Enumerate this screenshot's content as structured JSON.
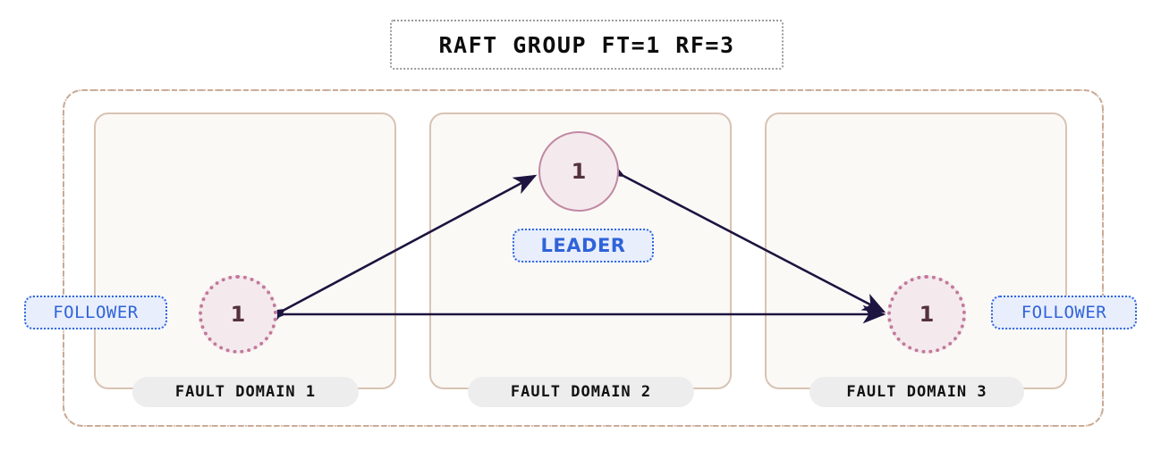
{
  "diagram": {
    "title": "RAFT GROUP FT=1 RF=3",
    "colors": {
      "edge": "#1d1440",
      "node_fill": "#f4eaee",
      "leader_border": "#c189a3",
      "follower_border": "#c27a99",
      "node_label": "#55313f",
      "badge_text": "#2f63d8",
      "badge_fill": "#e8eefc",
      "badge_border": "#2f67dd",
      "fault_domain_fill": "#fbf9f6",
      "fault_domain_border": "#d8c3b3",
      "group_border": "#c9ab96",
      "pill_fill": "#ededed",
      "title_border": "#9a9a9a",
      "background": "#ffffff"
    },
    "fault_domains": [
      {
        "label": "FAULT DOMAIN 1"
      },
      {
        "label": "FAULT DOMAIN 2"
      },
      {
        "label": "FAULT DOMAIN 3"
      }
    ],
    "nodes": [
      {
        "id": "follower-1",
        "value": "1",
        "role": "FOLLOWER",
        "fault_domain": "FAULT DOMAIN 1",
        "border_style": "dotted"
      },
      {
        "id": "leader",
        "value": "1",
        "role": "LEADER",
        "fault_domain": "FAULT DOMAIN 2",
        "border_style": "solid"
      },
      {
        "id": "follower-3",
        "value": "1",
        "role": "FOLLOWER",
        "fault_domain": "FAULT DOMAIN 3",
        "border_style": "dotted"
      }
    ],
    "badges": {
      "leader": "LEADER",
      "follower_left": "FOLLOWER",
      "follower_right": "FOLLOWER"
    },
    "edges": [
      {
        "from": "follower-1",
        "to": "leader",
        "direction": "bidirectional"
      },
      {
        "from": "leader",
        "to": "follower-3",
        "direction": "bidirectional"
      },
      {
        "from": "follower-1",
        "to": "follower-3",
        "direction": "bidirectional"
      }
    ]
  }
}
